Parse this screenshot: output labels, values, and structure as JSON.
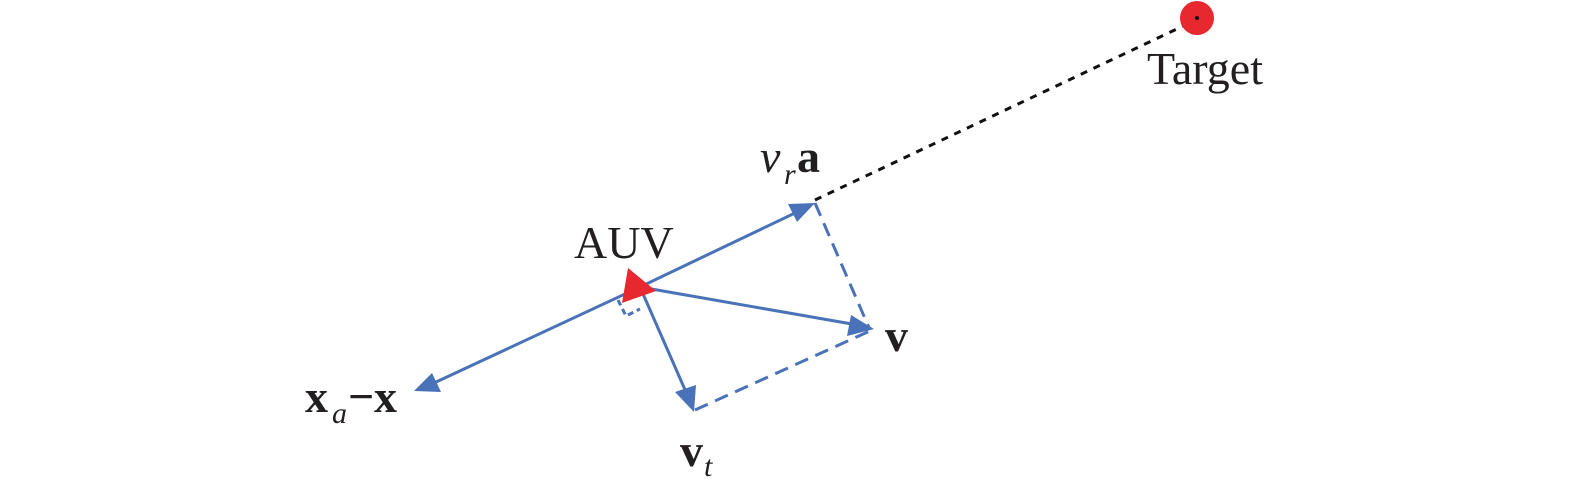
{
  "colors": {
    "vector": "#4a72b8",
    "marker": "#e8282f",
    "guide": "#111111",
    "text": "#231f20"
  },
  "labels": {
    "target": "Target",
    "auv": "AUV",
    "va_italic": "v",
    "va_sub": "r",
    "va_bold": "a",
    "v": "v",
    "vt_main": "v",
    "vt_sub": "t",
    "xa_main": "x",
    "xa_sub": "a",
    "xa_minus": "−",
    "xa_x": "x"
  }
}
